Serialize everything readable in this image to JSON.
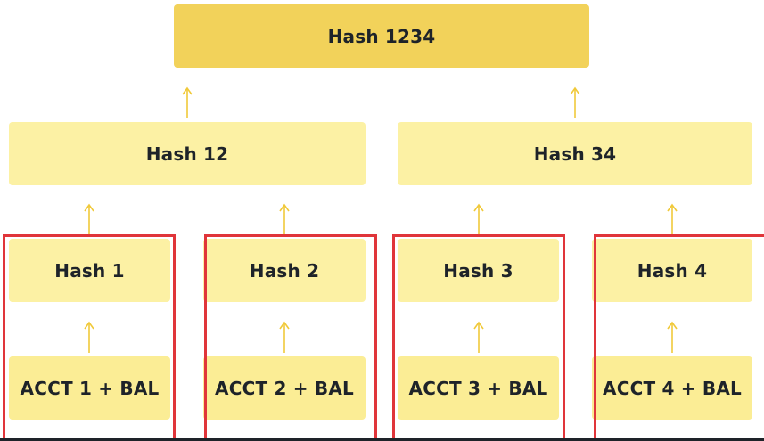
{
  "tree": {
    "root": {
      "label": "Hash 1234"
    },
    "level1": [
      {
        "label": "Hash 12"
      },
      {
        "label": "Hash 34"
      }
    ],
    "leaves": [
      {
        "label": "Hash 1"
      },
      {
        "label": "Hash 2"
      },
      {
        "label": "Hash 3"
      },
      {
        "label": "Hash 4"
      }
    ],
    "data": [
      {
        "label": "ACCT 1 + BAL"
      },
      {
        "label": "ACCT 2 + BAL"
      },
      {
        "label": "ACCT 3 + BAL"
      },
      {
        "label": "ACCT 4 + BAL"
      }
    ]
  },
  "colors": {
    "root_fill": "#f2d25a",
    "node_fill": "#fcf1a4",
    "arrow": "#f0c93a",
    "highlight_border": "#e0353a",
    "text": "#1e2329"
  }
}
